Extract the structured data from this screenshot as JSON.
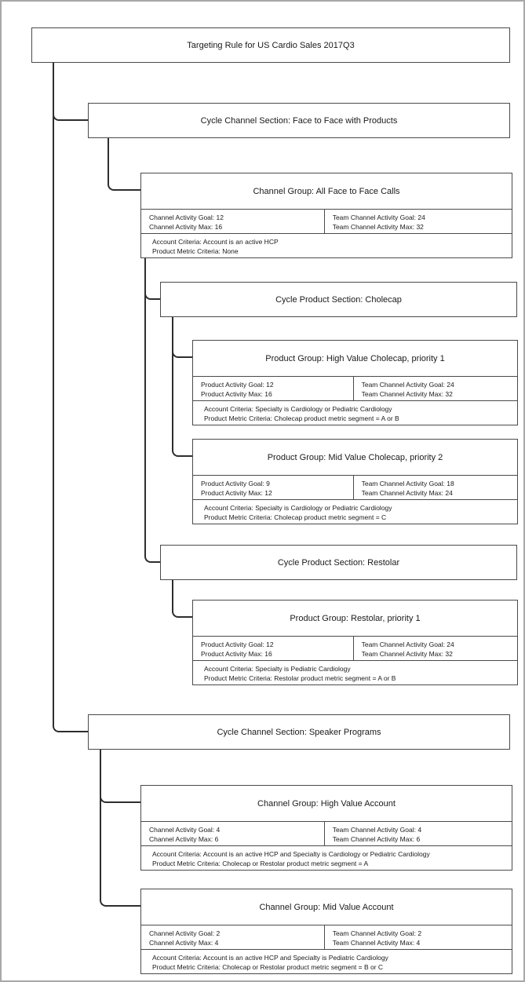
{
  "diagram_type": "targeting-rule-tree",
  "colors": {
    "background": "#ffffff",
    "box_border": "#4a4a4a",
    "connector_line": "#2e2e2e",
    "page_frame": "#a8a8a8",
    "text": "#1a1a1a"
  },
  "root": {
    "title": "Targeting Rule for US Cardio Sales 2017Q3"
  },
  "sections": {
    "f2f": {
      "title": "Cycle Channel Section: Face to Face with Products"
    },
    "cholecap": {
      "title": "Cycle Product Section: Cholecap"
    },
    "restolar": {
      "title": "Cycle Product Section: Restolar"
    },
    "speaker": {
      "title": "Cycle Channel Section: Speaker Programs"
    }
  },
  "groups": {
    "all_f2f": {
      "title": "Channel Group: All Face to Face Calls",
      "goal": "Channel Activity Goal: 12",
      "max": "Channel Activity Max: 16",
      "team_goal": "Team Channel Activity Goal: 24",
      "team_max": "Team Channel Activity Max: 32",
      "account_criteria": "Account Criteria: Account is an active HCP",
      "product_criteria": "Product Metric Criteria: None"
    },
    "hv_cholecap": {
      "title": "Product Group: High Value Cholecap, priority 1",
      "goal": "Product Activity Goal: 12",
      "max": "Product Activity Max: 16",
      "team_goal": "Team Channel Activity Goal: 24",
      "team_max": "Team Channel Activity Max: 32",
      "account_criteria": "Account Criteria: Specialty is Cardiology or Pediatric Cardiology",
      "product_criteria": "Product Metric Criteria: Cholecap product metric segment = A or B"
    },
    "mv_cholecap": {
      "title": "Product Group: Mid Value Cholecap, priority 2",
      "goal": "Product Activity Goal: 9",
      "max": "Product Activity Max: 12",
      "team_goal": "Team Channel Activity Goal: 18",
      "team_max": "Team Channel Activity Max: 24",
      "account_criteria": "Account Criteria: Specialty is Cardiology or Pediatric Cardiology",
      "product_criteria": "Product Metric Criteria: Cholecap product metric segment = C"
    },
    "restolar_p1": {
      "title": "Product Group: Restolar, priority 1",
      "goal": "Product Activity Goal: 12",
      "max": "Product Activity Max: 16",
      "team_goal": "Team Channel Activity Goal: 24",
      "team_max": "Team Channel Activity Max: 32",
      "account_criteria": "Account Criteria: Specialty is Pediatric Cardiology",
      "product_criteria": "Product Metric Criteria: Restolar product metric segment = A or B"
    },
    "hv_account": {
      "title": "Channel Group: High Value Account",
      "goal": "Channel Activity Goal: 4",
      "max": "Channel Activity Max: 6",
      "team_goal": "Team Channel Activity Goal: 4",
      "team_max": "Team Channel Activity Max: 6",
      "account_criteria": "Account Criteria: Account is an active HCP and Specialty is Cardiology or Pediatric Cardiology",
      "product_criteria": "Product Metric Criteria: Cholecap or Restolar product metric segment = A"
    },
    "mv_account": {
      "title": "Channel Group: Mid Value Account",
      "goal": "Channel Activity Goal: 2",
      "max": "Channel Activity Max: 4",
      "team_goal": "Team Channel Activity Goal: 2",
      "team_max": "Team Channel Activity Max: 4",
      "account_criteria": "Account Criteria: Account is an active HCP and Specialty is Pediatric Cardiology",
      "product_criteria": "Product Metric Criteria: Cholecap or Restolar product metric segment = B or C"
    }
  }
}
